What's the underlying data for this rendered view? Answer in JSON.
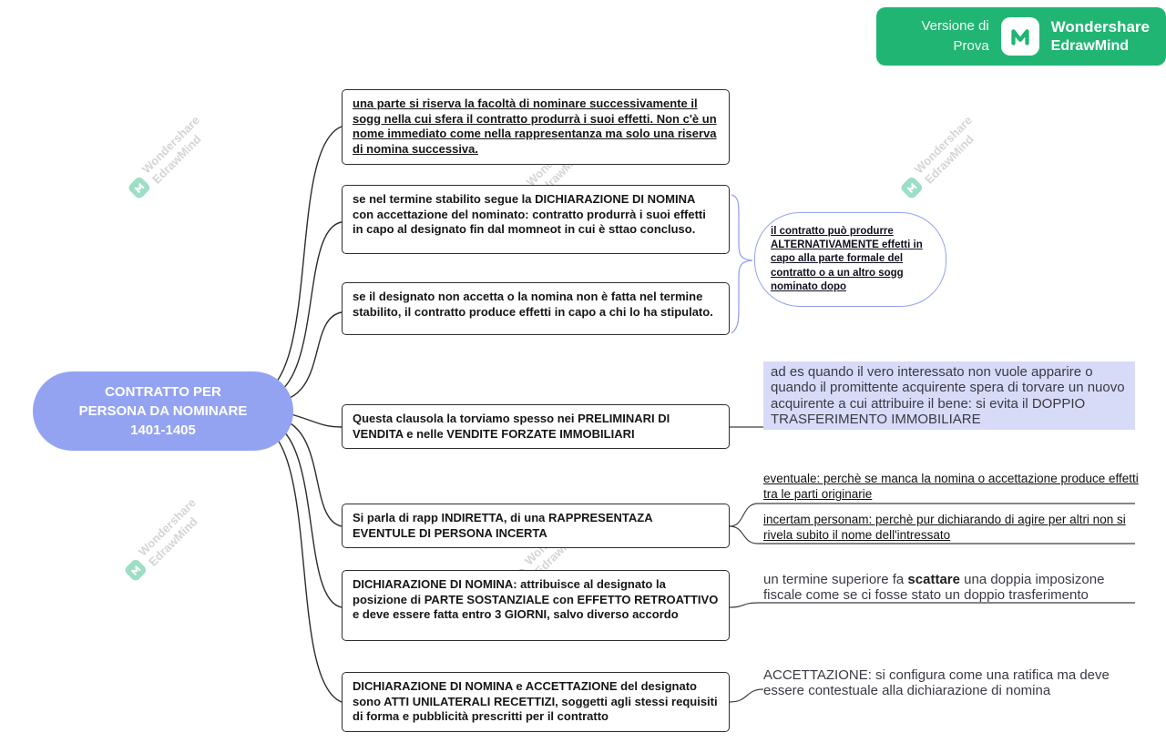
{
  "banner": {
    "background": "#21b573",
    "trial_label": "Versione di\nProva",
    "brand_line1": "Wondershare",
    "brand_line2": "EdrawMind"
  },
  "watermark": {
    "line1": "Wondershare",
    "line2": "EdrawMind"
  },
  "mindmap": {
    "central": {
      "text": "CONTRATTO PER\nPERSONA DA NOMINARE\n1401-1405",
      "fill": "#93a3f1"
    },
    "topics": [
      {
        "id": "riserva-nomina",
        "text": " una parte si riserva la facoltà di nominare successivamente il sogg nella cui sfera il contratto produrrà i suoi effetti. Non c'è un nome immediato come nella rappresentanza ma solo una riserva di nomina successiva."
      },
      {
        "id": "dichiarazione-di-nomina",
        "text": "se nel termine stabilito segue la DICHIARAZIONE DI NOMINA con accettazione del nominato: contratto produrrà i suoi effetti in capo al designato fin dal momneot in cui è sttao concluso."
      },
      {
        "id": "designato-non-accetta",
        "text": "se il designato non accetta o la nomina non è fatta nel termine stabilito, il contratto produce effetti in capo a chi lo ha stipulato."
      },
      {
        "id": "clausola-preliminari",
        "text": " Questa clausola la torviamo spesso nei PRELIMINARI DI VENDITA e nelle VENDITE FORZATE IMMOBILIARI"
      },
      {
        "id": "rapp-indiretta",
        "text": "Si parla di rapp INDIRETTA, di una RAPPRESENTAZA EVENTULE DI PERSONA INCERTA"
      },
      {
        "id": "dichiarazione-3-giorni",
        "text": "DICHIARAZIONE DI NOMINA: attribuisce al designato la posizione di PARTE SOSTANZIALE con EFFETTO RETROATTIVO e deve essere fatta entro 3 GIORNI, salvo diverso accordo"
      },
      {
        "id": "atti-unilaterali-recettizi",
        "text": "DICHIARAZIONE DI NOMINA e ACCETTAZIONE del designato sono ATTI UNILATERALI RECETTIZI, soggetti agli stessi requisiti di forma e pubblicità prescritti per il contratto"
      }
    ],
    "bubble": {
      "text": "il contratto può produrre ALTERNATIVAMENTE effetti in capo alla parte formale del contratto o a un altro sogg nominato dopo"
    },
    "annotations": {
      "doppio_trasferimento": {
        "text": "ad es quando il vero interessato non vuole apparire o quando il promittente acquirente spera di torvare un nuovo acquirente a cui attribuire il bene: si evita il DOPPIO TRASFERIMENTO IMMOBILIARE",
        "highlight": "#d8dbf8"
      },
      "eventuale": {
        "text": "eventuale: perchè se manca la nomina o accettazione produce effetti tra le parti originarie"
      },
      "incertam": {
        "text": "incertam personam: perchè pur dichiarando di agire per altri non si rivela subito il nome dell'intressato"
      },
      "termine": {
        "prefix": "un termine superiore fa ",
        "bold": "scattare",
        "suffix": " una doppia imposizone fiscale come se ci fosse stato un doppio trasferimento"
      },
      "accettazione": {
        "text": "ACCETTAZIONE: si configura come una ratifica ma deve essere contestuale alla dichiarazione di nomina"
      }
    }
  }
}
